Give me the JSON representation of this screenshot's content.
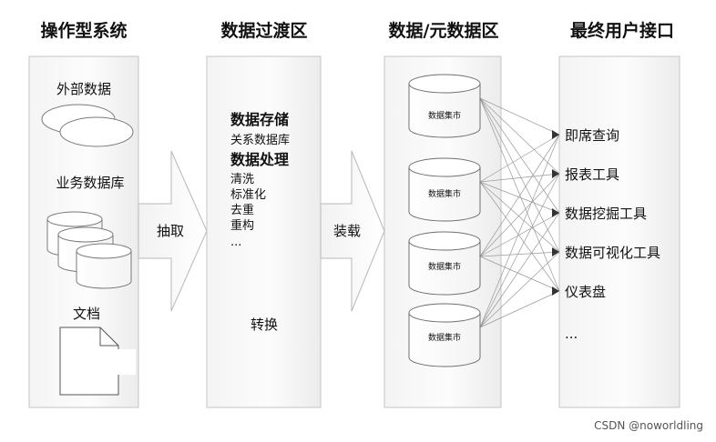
{
  "columns": {
    "source": {
      "title": "操作型系统",
      "items": [
        "外部数据",
        "业务数据库",
        "文档"
      ]
    },
    "staging": {
      "title": "数据过渡区",
      "lines": [
        {
          "text": "数据存储",
          "bold": true
        },
        {
          "text": "关系数据库",
          "bold": false
        },
        {
          "text": "数据处理",
          "bold": true
        },
        {
          "text": "清洗",
          "bold": false
        },
        {
          "text": "标准化",
          "bold": false
        },
        {
          "text": "去重",
          "bold": false
        },
        {
          "text": "重构",
          "bold": false
        },
        {
          "text": "...",
          "bold": false
        }
      ],
      "footer": "转换"
    },
    "warehouse": {
      "title": "数据/元数据区",
      "marts": [
        "数据集市",
        "数据集市",
        "数据集市",
        "数据集市"
      ]
    },
    "interface": {
      "title": "最终用户接口",
      "tools": [
        "即席查询",
        "报表工具",
        "数据挖掘工具",
        "数据可视化工具",
        "仪表盘",
        "..."
      ]
    }
  },
  "arrows": {
    "extract": "抽取",
    "load": "装载"
  },
  "watermark": "CSDN @noworldling"
}
